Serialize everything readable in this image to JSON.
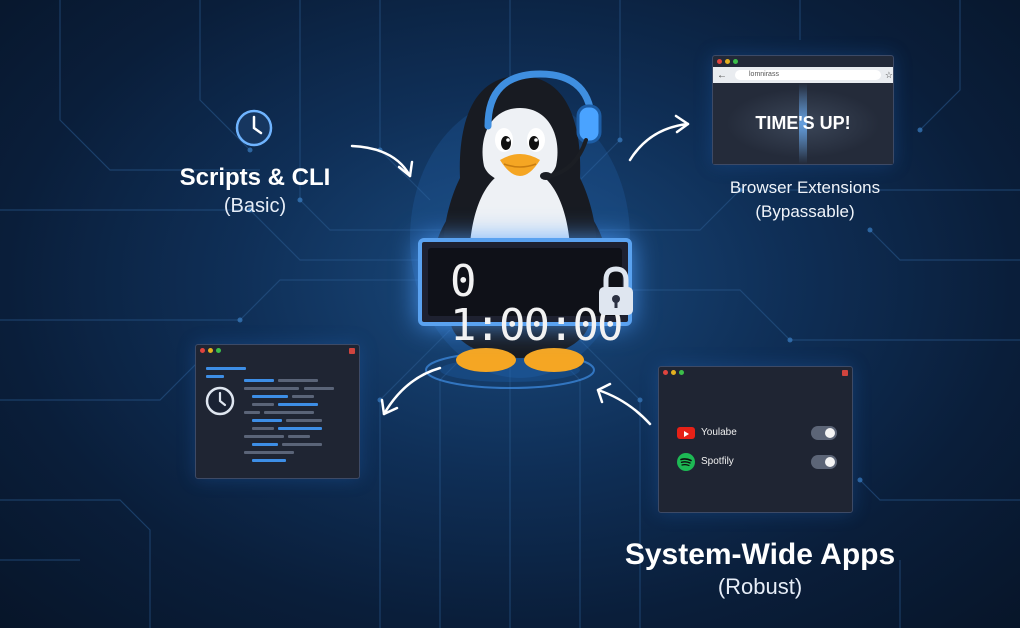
{
  "center": {
    "timer_value": "0 1:00:00",
    "icons": [
      "penguin-icon",
      "headset-icon",
      "lock-icon"
    ]
  },
  "scripts_cli": {
    "title": "Scripts & CLI",
    "subtitle": "(Basic)",
    "icons": [
      "clock-icon",
      "terminal-window"
    ]
  },
  "browser_extensions": {
    "title": "Browser Extensions",
    "subtitle": "(Bypassable)",
    "url_text": "lomnirass",
    "message": "TIME'S UP!",
    "icons": [
      "back-arrow-icon",
      "star-icon"
    ]
  },
  "system_wide": {
    "title": "System-Wide Apps",
    "subtitle": "(Robust)",
    "apps": [
      {
        "name": "Youlabe",
        "icon": "youtube-icon",
        "enabled": true
      },
      {
        "name": "Spotfily",
        "icon": "spotify-icon",
        "enabled": true
      }
    ]
  },
  "colors": {
    "accent_blue": "#5aa2f0",
    "background": "#0a1e3a",
    "youtube_red": "#e62117",
    "spotify_green": "#1db954"
  }
}
